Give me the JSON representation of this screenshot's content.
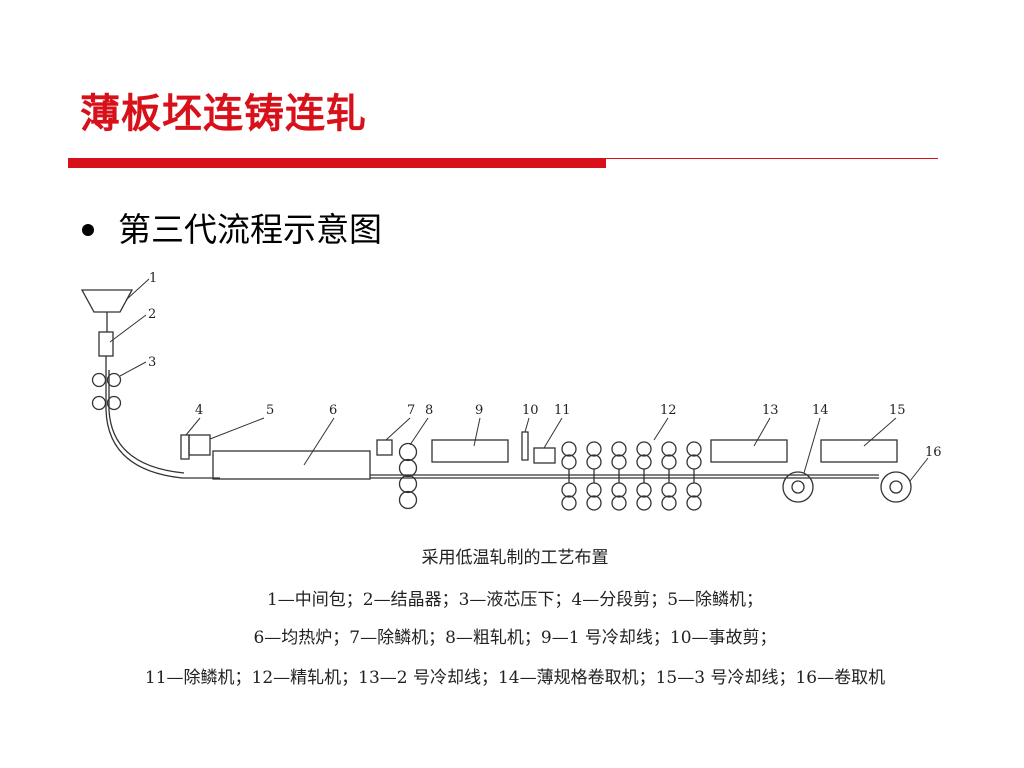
{
  "slide": {
    "title": "薄板坯连铸连轧",
    "bullet": "第三代流程示意图"
  },
  "colors": {
    "accent": "#d8101a",
    "ink": "#333333"
  },
  "diagram": {
    "labels": [
      "1",
      "2",
      "3",
      "4",
      "5",
      "6",
      "7",
      "8",
      "9",
      "10",
      "11",
      "12",
      "13",
      "14",
      "15",
      "16"
    ]
  },
  "caption": {
    "title": "采用低温轧制的工艺布置",
    "legend_lines": [
      "1—中间包；2—结晶器；3—液芯压下；4—分段剪；5—除鳞机；",
      "6—均热炉；7—除鳞机；8—粗轧机；9—1 号冷却线；10—事故剪；",
      "11—除鳞机；12—精轧机；13—2 号冷却线；14—薄规格卷取机；15—3 号冷却线；16—卷取机"
    ]
  }
}
